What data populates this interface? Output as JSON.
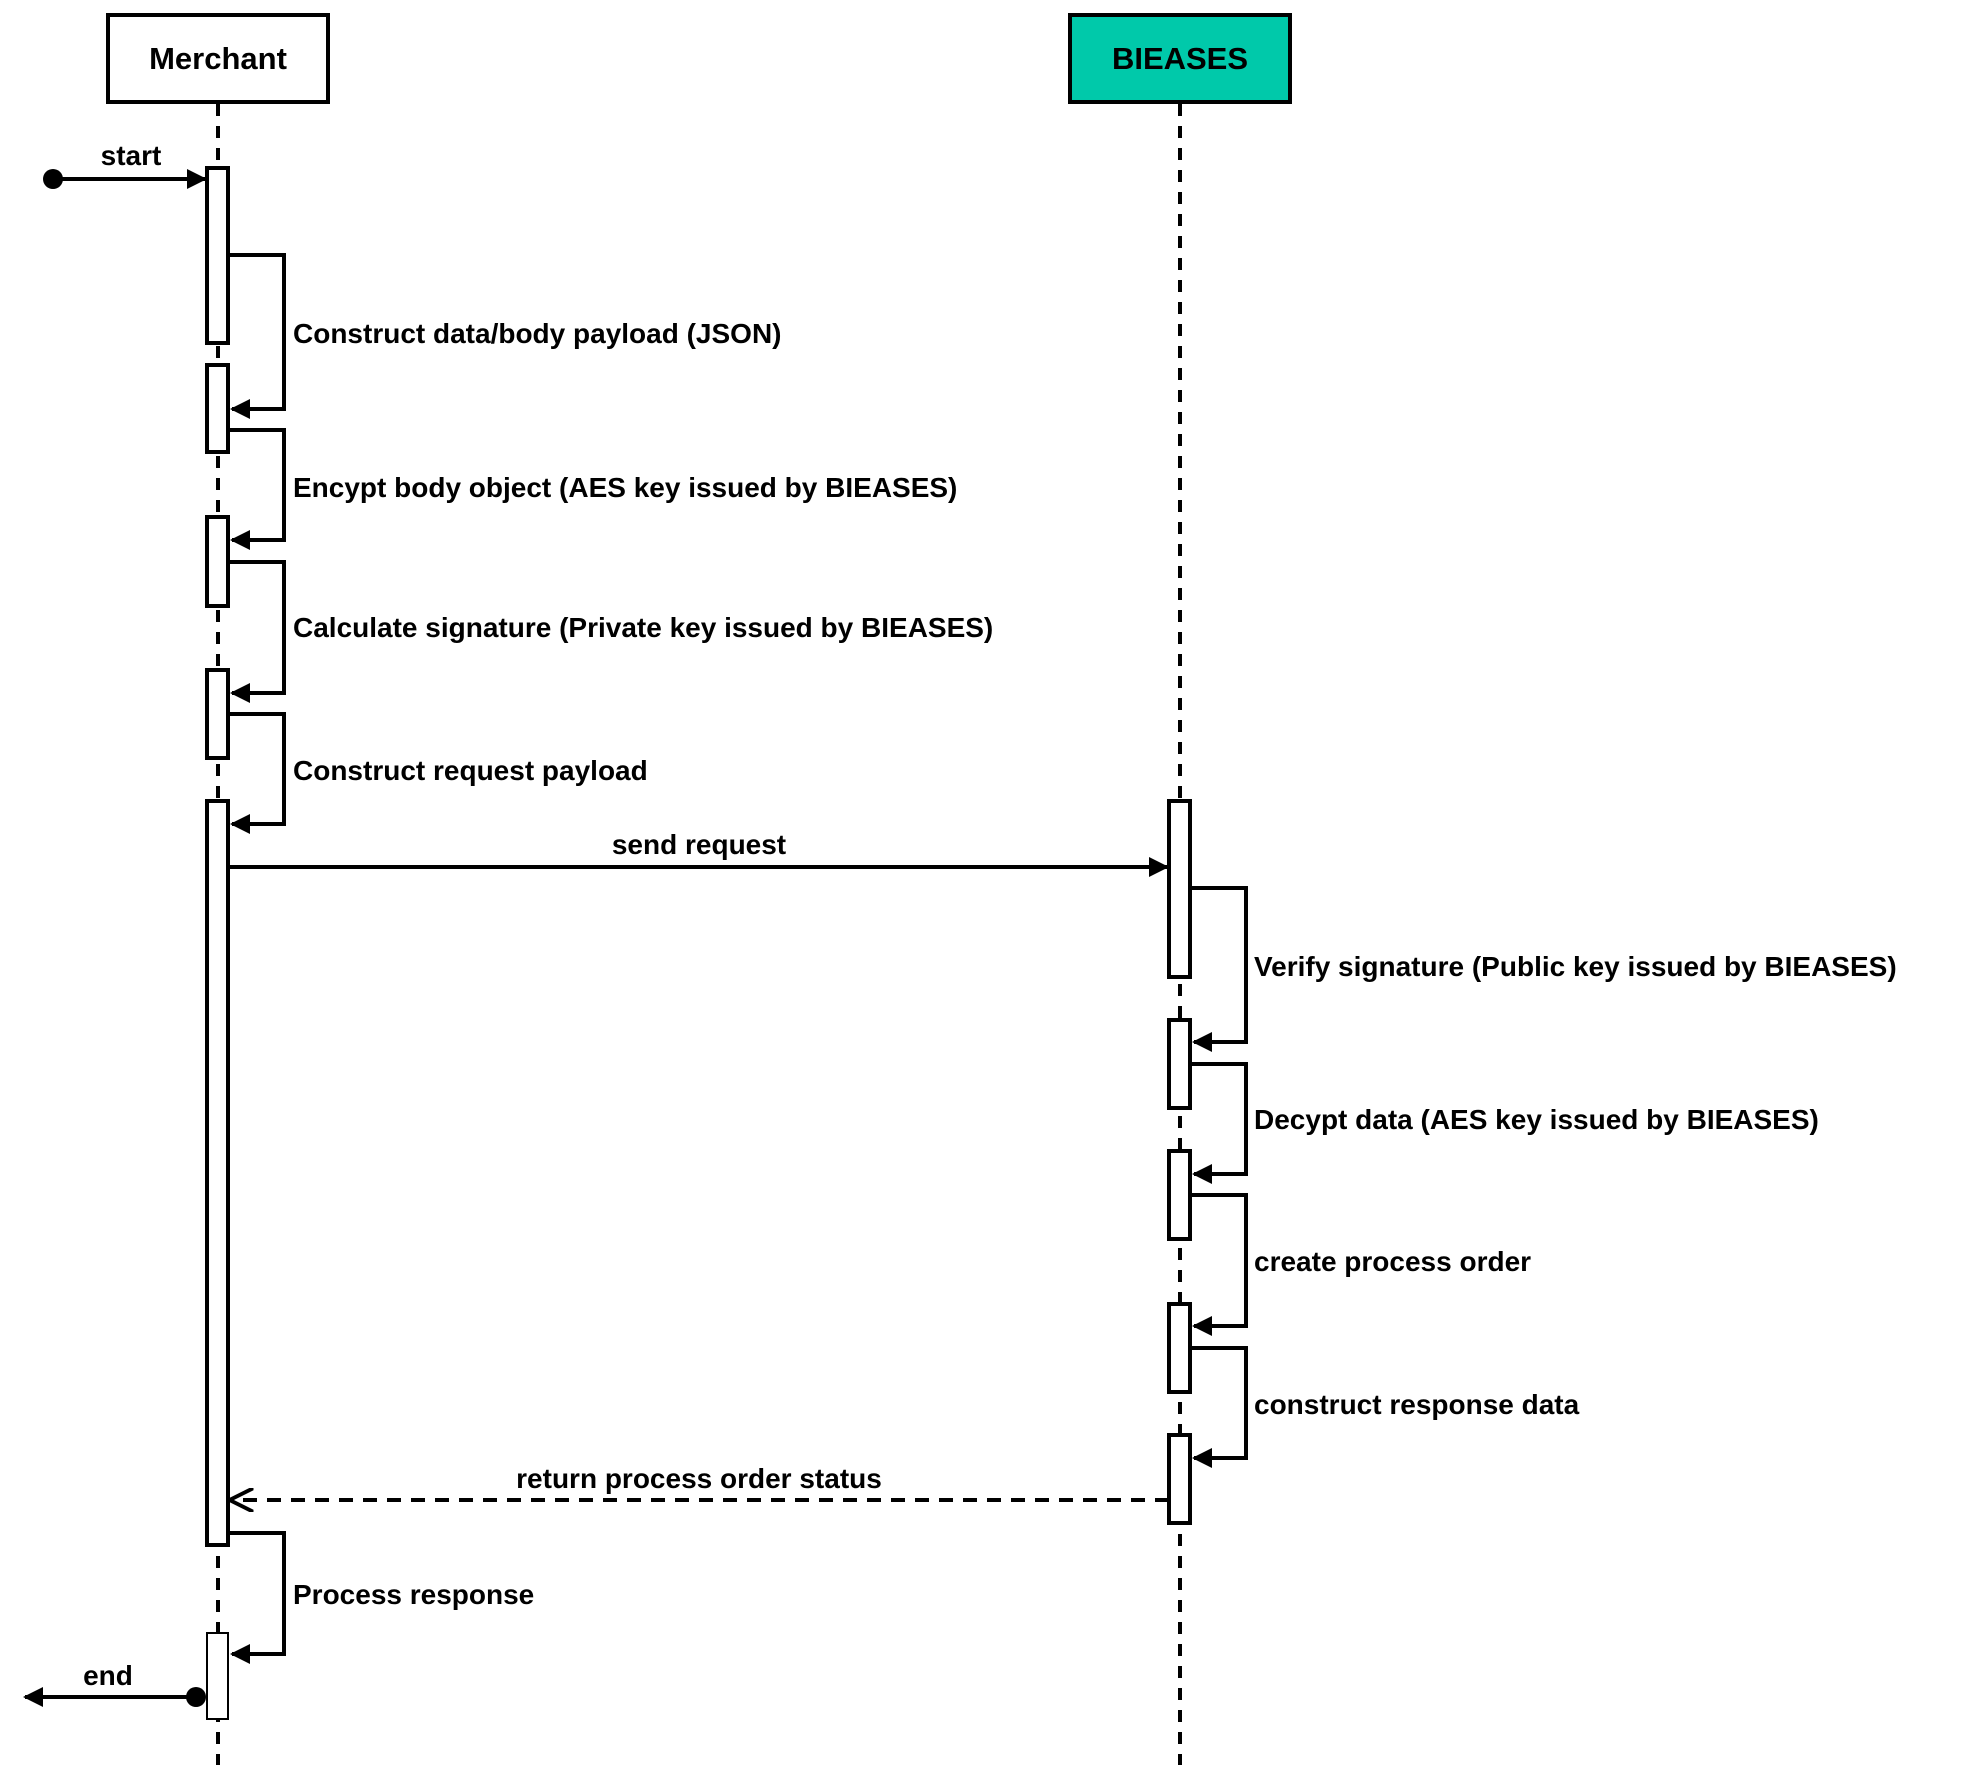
{
  "diagram": {
    "type": "sequence",
    "participants": [
      {
        "id": "merchant",
        "label": "Merchant",
        "fill": "#ffffff"
      },
      {
        "id": "bieases",
        "label": "BIEASES",
        "fill": "#00c9aa"
      }
    ],
    "start_label": "start",
    "end_label": "end",
    "merchant_steps": [
      "Construct data/body payload (JSON)",
      "Encypt body object (AES key issued by BIEASES)",
      "Calculate signature (Private key issued by BIEASES)",
      "Construct request payload"
    ],
    "request_label": "send request",
    "bieases_steps": [
      "Verify signature (Public key issued by BIEASES)",
      "Decypt data (AES key issued by BIEASES)",
      "create process order",
      "construct response data"
    ],
    "response_label": "return process order status",
    "final_step": "Process response"
  }
}
